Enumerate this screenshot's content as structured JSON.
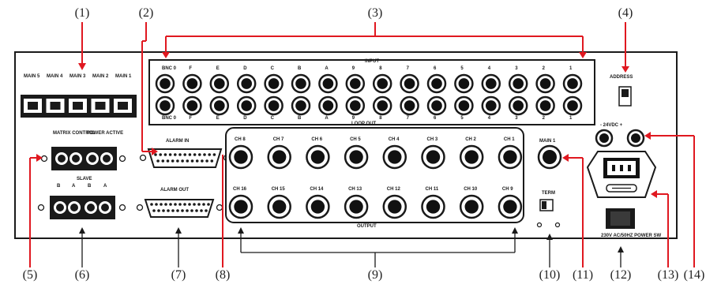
{
  "callouts": {
    "c1": "(1)",
    "c2": "(2)",
    "c3": "(3)",
    "c4": "(4)",
    "c5": "(5)",
    "c6": "(6)",
    "c7": "(7)",
    "c8": "(8)",
    "c9": "(9)",
    "c10": "(10)",
    "c11": "(11)",
    "c12": "(12)",
    "c13": "(13)",
    "c14": "(14)"
  },
  "panel": {
    "rj45_labels": [
      "MAIN 5",
      "MAIN 4",
      "MAIN 3",
      "MAIN 2",
      "MAIN 1"
    ],
    "input_label": "INPUT",
    "loopout_label": "LOOP OUT",
    "output_label": "OUTPUT",
    "input_channels": [
      "BNC 0",
      "F",
      "E",
      "D",
      "C",
      "B",
      "A",
      "9",
      "8",
      "7",
      "6",
      "5",
      "4",
      "3",
      "2",
      "1"
    ],
    "output_top": [
      "CH 8",
      "CH 7",
      "CH 6",
      "CH 5",
      "CH 4",
      "CH 3",
      "CH 2",
      "CH 1"
    ],
    "output_bottom": [
      "CH 16",
      "CH 15",
      "CH 14",
      "CH 13",
      "CH 12",
      "CH 11",
      "CH 10",
      "CH 9"
    ],
    "spot_label": "MAIN 1",
    "address_label": "ADDRESS",
    "dc_label": "- 24VDC +",
    "keyboard_label": "MATRIX CONTROL",
    "power_label": "POWER ACTIVE",
    "slave_label": "SLAVE",
    "terminal_letters": [
      "B",
      "A",
      "B",
      "A"
    ],
    "alarm_in_label": "ALARM IN",
    "alarm_out_label": "ALARM OUT",
    "term_label": "TERM",
    "power_switch_label": "230V AC/50HZ POWER SW"
  },
  "colors": {
    "callout_line": "#e01820",
    "panel_outline": "#1a1a1a",
    "connector": "#111111"
  }
}
